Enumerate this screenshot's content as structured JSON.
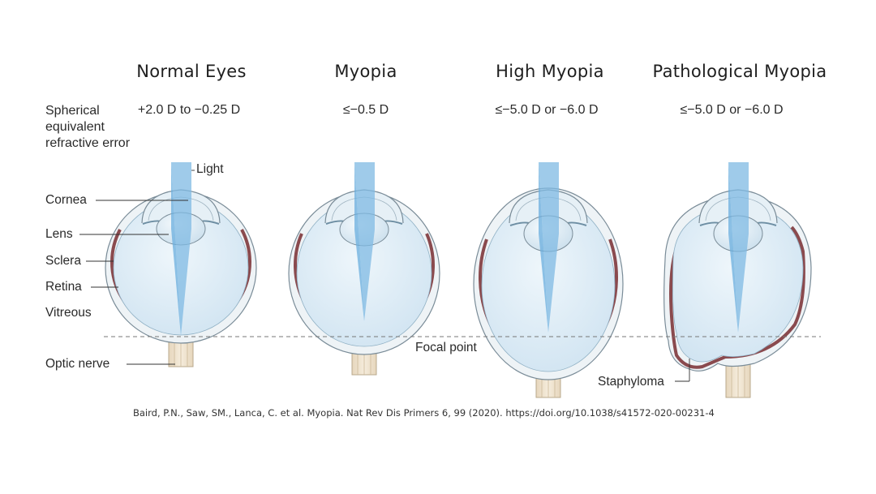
{
  "columns": [
    {
      "title": "Normal Eyes",
      "refraction": "+2.0 D to −0.25 D"
    },
    {
      "title": "Myopia",
      "refraction": "≤−0.5 D"
    },
    {
      "title": "High Myopia",
      "refraction": "≤−5.0 D or −6.0 D"
    },
    {
      "title": "Pathological Myopia",
      "refraction": "≤−5.0 D or −6.0 D"
    }
  ],
  "row_label": [
    "Spherical",
    "equivalent",
    "refractive error"
  ],
  "labels": {
    "light": "Light",
    "cornea": "Cornea",
    "lens": "Lens",
    "sclera": "Sclera",
    "retina": "Retina",
    "vitreous": "Vitreous",
    "optic_nerve": "Optic nerve",
    "focal_point": "Focal point",
    "staphyloma": "Staphyloma"
  },
  "citation": "Baird, P.N., Saw, SM., Lanca, C. et al. Myopia. Nat Rev Dis Primers 6, 99 (2020). https://doi.org/10.1038/s41572-020-00231-4",
  "colors": {
    "light_beam": "#7fb9e3",
    "vitreous": "#dcecf6",
    "sclera": "#eef3f6",
    "retina": "#8a4a4e",
    "optic_nerve": "#efe3cf"
  }
}
